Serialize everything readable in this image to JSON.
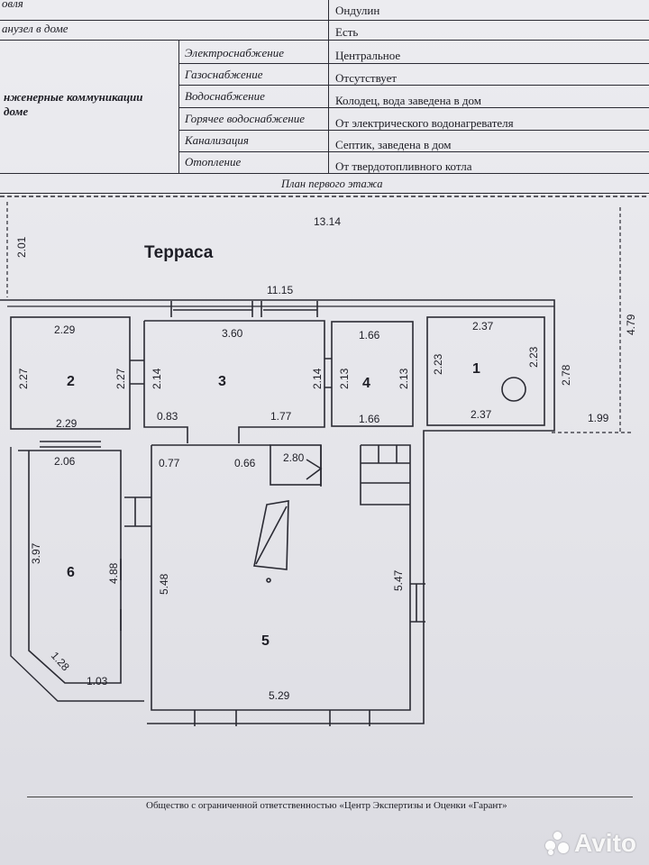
{
  "table": {
    "rows": [
      {
        "label": "овля",
        "sub": "",
        "value": "Ондулин"
      },
      {
        "label": "анузел в доме",
        "sub": "",
        "value": "Есть"
      }
    ],
    "group_label_line1": "нженерные коммуникации",
    "group_label_line2": "доме",
    "utilities": [
      {
        "name": "Электроснабжение",
        "value": "Центральное"
      },
      {
        "name": "Газоснабжение",
        "value": "Отсутствует"
      },
      {
        "name": "Водоснабжение",
        "value": "Колодец, вода заведена в дом"
      },
      {
        "name": "Горячее водоснабжение",
        "value": "От электрического водонагревателя"
      },
      {
        "name": "Канализация",
        "value": "Септик, заведена в дом"
      },
      {
        "name": "Отопление",
        "value": "От твердотопливного котла"
      }
    ],
    "plan_caption": "План первого этажа"
  },
  "plan": {
    "terrace_label": "Терраса",
    "rooms": [
      "1",
      "2",
      "3",
      "4",
      "5",
      "6"
    ],
    "dims": {
      "total_width": "13.14",
      "terrace_depth": "2.01",
      "terrace_width": "11.15",
      "right_depth": "4.79",
      "r2_top": "2.29",
      "r2_left": "2.27",
      "r2_right": "2.27",
      "r2_bottom": "2.29",
      "r3_top": "3.60",
      "r3_left": "2.14",
      "r3_right": "2.14",
      "r3_bl": "0.83",
      "r3_br": "1.77",
      "r4_top": "1.66",
      "r4_left": "2.13",
      "r4_right": "2.13",
      "r4_bottom": "1.66",
      "r1_top": "2.37",
      "r1_left": "2.23",
      "r1_right": "2.23",
      "r1_bottom": "2.37",
      "r1_outer": "2.78",
      "r1_ext": "1.99",
      "r6_top": "2.06",
      "r6_left": "3.97",
      "r6_right": "4.88",
      "r6_diag": "1.28",
      "r6_bottom": "1.03",
      "r5_a": "0.77",
      "r5_b": "0.66",
      "r5_stair": "2.80",
      "r5_left": "5.48",
      "r5_right": "5.47",
      "r5_bottom": "5.29"
    }
  },
  "footer": "Общество с ограниченной ответственностью «Центр Экспертизы и Оценки «Гарант»",
  "watermark": "Avito"
}
